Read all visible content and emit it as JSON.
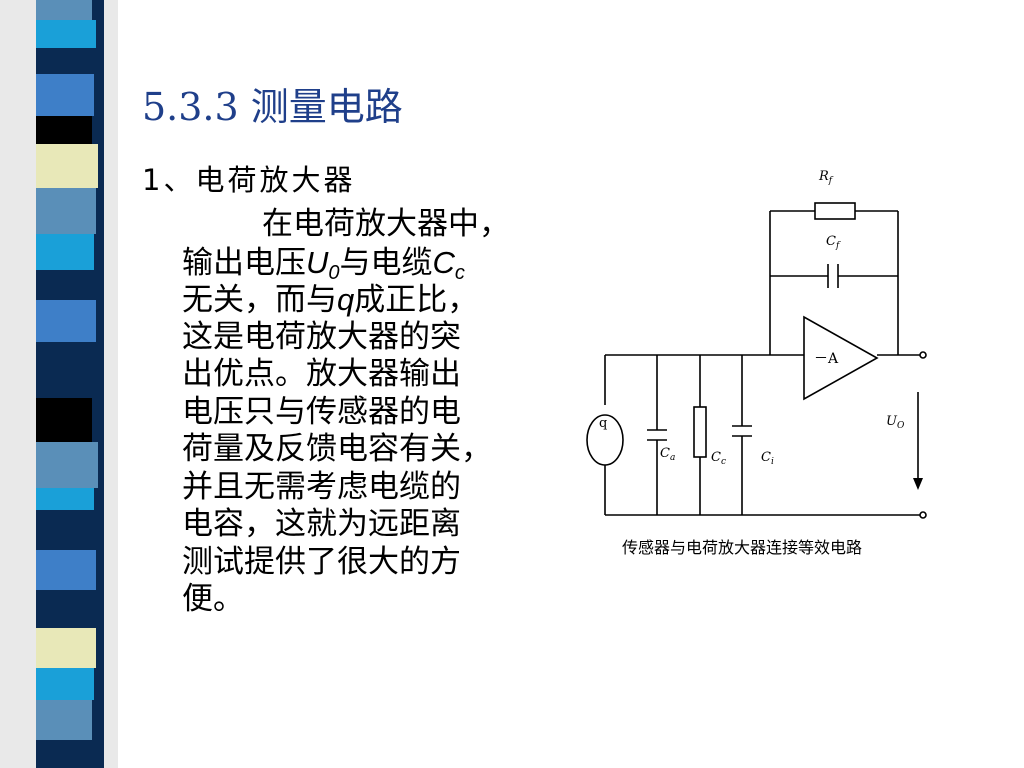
{
  "slide": {
    "title": "5.3.3  测量电路",
    "subtitle": "1、电荷放大器",
    "body": {
      "line1": "在电荷放大器中，",
      "line2_a": "输出电压",
      "u_main": "U",
      "u_sub": "0",
      "line2_b": "与电缆",
      "c_main": "C",
      "c_sub": "c",
      "line3_a": "无关，而与",
      "q": "q",
      "line3_b": "成正比，",
      "line4": "这是电荷放大器的突",
      "line5": "出优点。放大器输出",
      "line6": "电压只与传感器的电",
      "line7": "荷量及反馈电容有关，",
      "line8": "并且无需考虑电缆的",
      "line9": "电容，这就为远距离",
      "line10": "测试提供了很大的方",
      "line11": "便。"
    }
  },
  "circuit": {
    "rf": "R",
    "rf_sub": "f",
    "cf": "C",
    "cf_sub": "f",
    "amp": "－A",
    "source": "q",
    "ca": "C",
    "ca_sub": "a",
    "cc": "C",
    "cc_sub": "c",
    "ci": "C",
    "ci_sub": "i",
    "uo": "U",
    "uo_sub": "O",
    "caption": "传感器与电荷放大器连接等效电路"
  },
  "colors": {
    "title": "#1f3f8a",
    "stripe": [
      "#0a2a52",
      "#3b8fd0",
      "#e8e8b8",
      "#000000",
      "#5a8fb8",
      "#1aa0d8",
      "#3e7fc8"
    ]
  }
}
